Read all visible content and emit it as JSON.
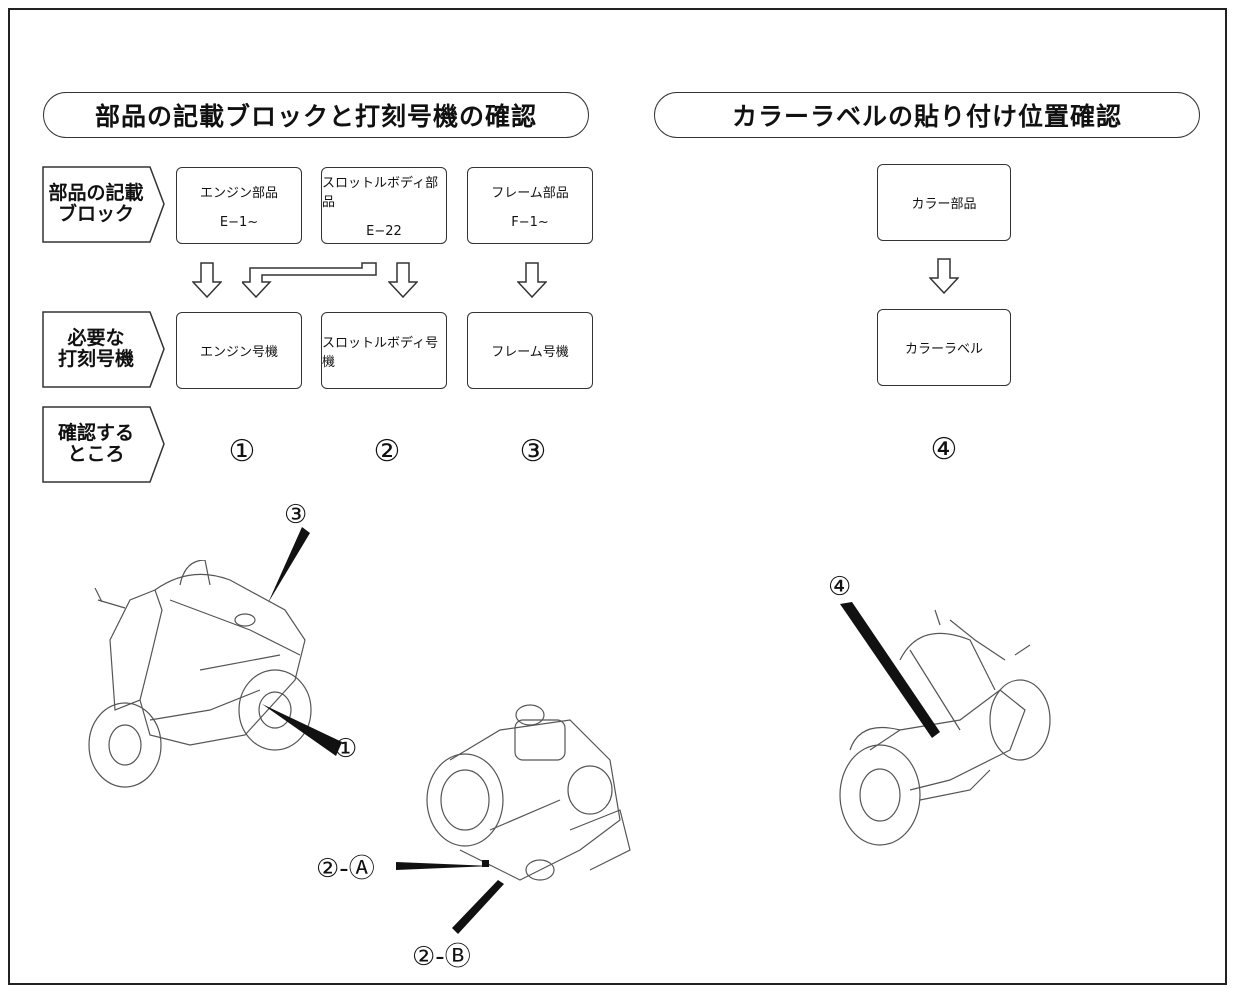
{
  "headers": {
    "left_title": "部品の記載ブロックと打刻号機の確認",
    "right_title": "カラーラベルの貼り付け位置確認"
  },
  "row_labels": {
    "row1": "部品の記載\nブロック",
    "row2": "必要な\n打刻号機",
    "row3": "確認する\nところ"
  },
  "parts": [
    {
      "name": "エンジン部品",
      "code": "E−1~"
    },
    {
      "name": "スロットルボディ部品",
      "code": "E−22"
    },
    {
      "name": "フレーム部品",
      "code": "F−1~"
    }
  ],
  "serials": [
    "エンジン号機",
    "スロットルボディ号機",
    "フレーム号機"
  ],
  "check_numbers": [
    "①",
    "②",
    "③"
  ],
  "color": {
    "part": "カラー部品",
    "label": "カラーラベル",
    "number": "④"
  },
  "callouts": {
    "frame": "③",
    "engine": "①",
    "throttle_a": "②-Ⓐ",
    "throttle_b": "②-Ⓑ",
    "color_label": "④"
  },
  "icons": [
    "down-arrow-icon",
    "scooter-illustration",
    "throttle-body-illustration",
    "scooter-seat-open-illustration"
  ]
}
